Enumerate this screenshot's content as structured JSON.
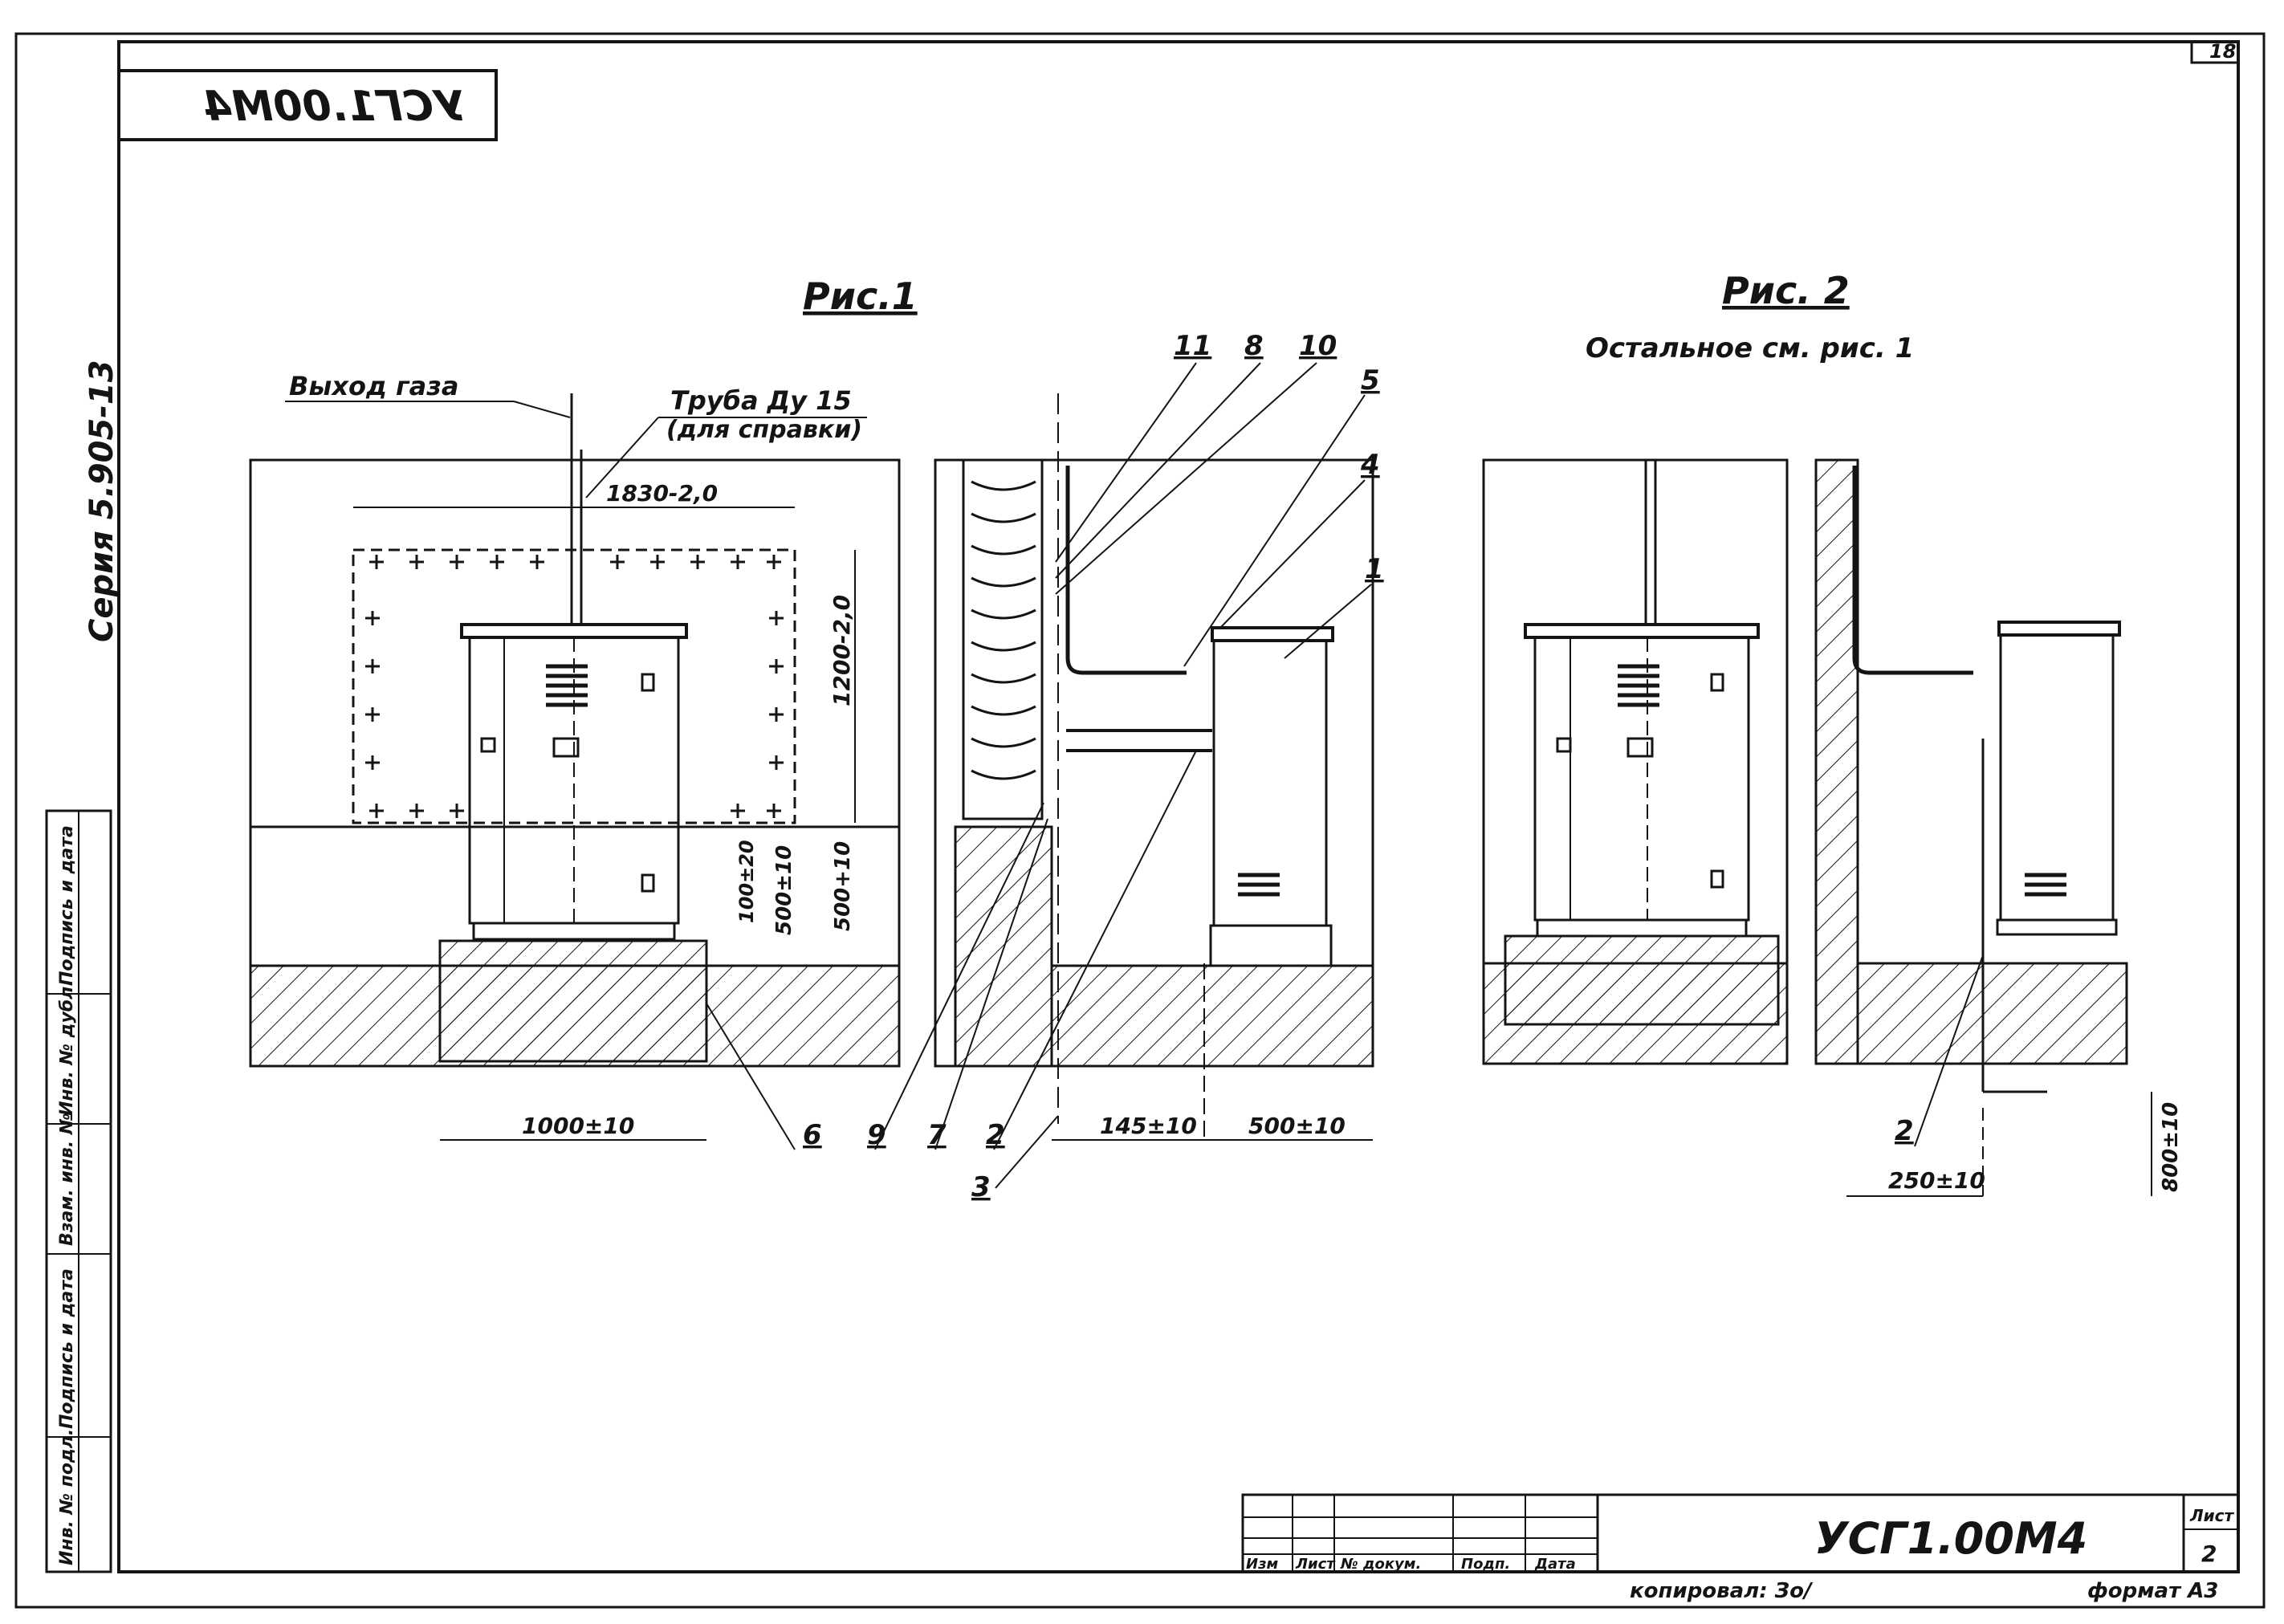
{
  "sheet": {
    "page_number_top": "18",
    "title_block_code_mirrored": "УСГ1.00М4",
    "series": "Серия 5.905-13",
    "sheet_label": "Лист",
    "sheet_number": "2",
    "stamp_code": "УСГ1.00М4",
    "copied_by": "копировал: Зо/",
    "format": "формат А3",
    "stamp_headers": [
      "Изм",
      "Лист",
      "№ докум.",
      "Подп.",
      "Дата"
    ]
  },
  "side_stamp": [
    "Инв. № подл.",
    "Подпись и дата",
    "Взам. инв. №",
    "Инв. № дубл.",
    "Подпись и дата"
  ],
  "figure1": {
    "title": "Рис.1",
    "gas_outlet": "Выход газа",
    "pipe_line1": "Труба Ду 15",
    "pipe_line2": "(для справки)",
    "dims": {
      "width_plate": "1830-2,0",
      "height_plate": "1200-2,0",
      "height_base": "500±10",
      "height_cabinet": "500+10",
      "small_dim": "100±20",
      "base_width": "1000±10",
      "offset1": "145±10",
      "offset2": "500±10"
    },
    "callouts_top": [
      "11",
      "8",
      "10",
      "5",
      "4",
      "1"
    ],
    "callouts_bottom": [
      "6",
      "9",
      "7",
      "2",
      "3"
    ]
  },
  "figure2": {
    "title": "Рис. 2",
    "subtitle": "Остальное см. рис. 1",
    "callout": "2",
    "dim_bottom": "250±10",
    "dim_right": "800±10"
  }
}
